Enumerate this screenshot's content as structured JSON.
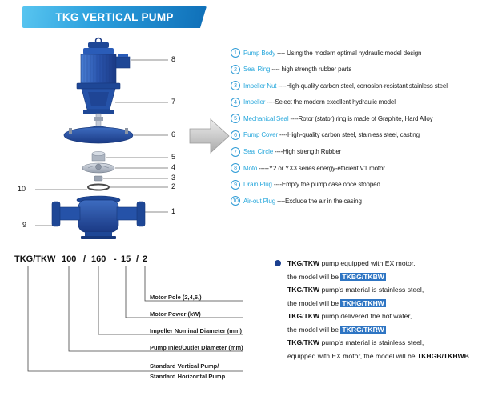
{
  "banner": {
    "title": "TKG VERTICAL PUMP"
  },
  "diagram": {
    "labels": [
      "8",
      "7",
      "6",
      "5",
      "4",
      "3",
      "2",
      "1",
      "10",
      "9"
    ]
  },
  "parts": [
    {
      "num": "1",
      "name": "Pump Body",
      "desc": "---- Using the modern optimal hydraulic model design"
    },
    {
      "num": "2",
      "name": "Seal Ring",
      "desc": "---- high strength rubber parts"
    },
    {
      "num": "3",
      "name": "Impeller Nut",
      "desc": "----High-quality carbon steel, corrosion-resistant stainless steel"
    },
    {
      "num": "4",
      "name": "Impeller",
      "desc": "----Select the modern excellent hydraulic model"
    },
    {
      "num": "5",
      "name": "Mechanical Seal",
      "desc": "----Rotor (stator) ring is made of Graphite, Hard Alloy"
    },
    {
      "num": "6",
      "name": "Pump Cover",
      "desc": "----High-quality carbon steel, stainless steel, casting"
    },
    {
      "num": "7",
      "name": "Seal Circle",
      "desc": "----High strength Rubber"
    },
    {
      "num": "8",
      "name": "Moto",
      "desc": "-----Y2 or YX3 series energy-efficient V1 motor"
    },
    {
      "num": "9",
      "name": "Drain Plug",
      "desc": "----Empty the pump case once stopped"
    },
    {
      "num": "10",
      "name": "Air-out Plug",
      "desc": "----Exclude the air in the casing"
    }
  ],
  "model_code": {
    "segments": [
      "TKG/TKW",
      "100",
      "/",
      "160",
      "-",
      "15",
      "/",
      "2"
    ],
    "annotations": [
      "Motor Pole (2,4,6,)",
      "Motor Power  (kW)",
      "Impeller Nominal Diameter (mm)",
      "Pump Inlet/Outlet Diameter (mm)",
      "Standard Vertical Pump/",
      "Standard  Horizontal Pump"
    ]
  },
  "notes": [
    {
      "brand": "TKG/TKW",
      "line1": " pump equipped with EX motor,",
      "line2": "the model will be ",
      "model": "TKBG/TKBW"
    },
    {
      "brand": "TKG/TKW",
      "line1": " pump's material is stainless steel,",
      "line2": "the model will be ",
      "model": "TKHG/TKHW"
    },
    {
      "brand": "TKG/TKW",
      "line1": " pump delivered the hot water,",
      "line2": "the model will be ",
      "model": "TKRG/TKRW"
    },
    {
      "brand": "TKG/TKW",
      "line1": " pump's material is stainless steel,",
      "line2": "equipped with EX motor, the model will be ",
      "model": "TKHGB/TKHWB"
    }
  ],
  "colors": {
    "accent_cyan": "#29a8dc",
    "banner_from": "#58c5f0",
    "banner_to": "#0f6fb8",
    "model_highlight": "#2e75c3",
    "pump_blue": "#2552a8"
  }
}
